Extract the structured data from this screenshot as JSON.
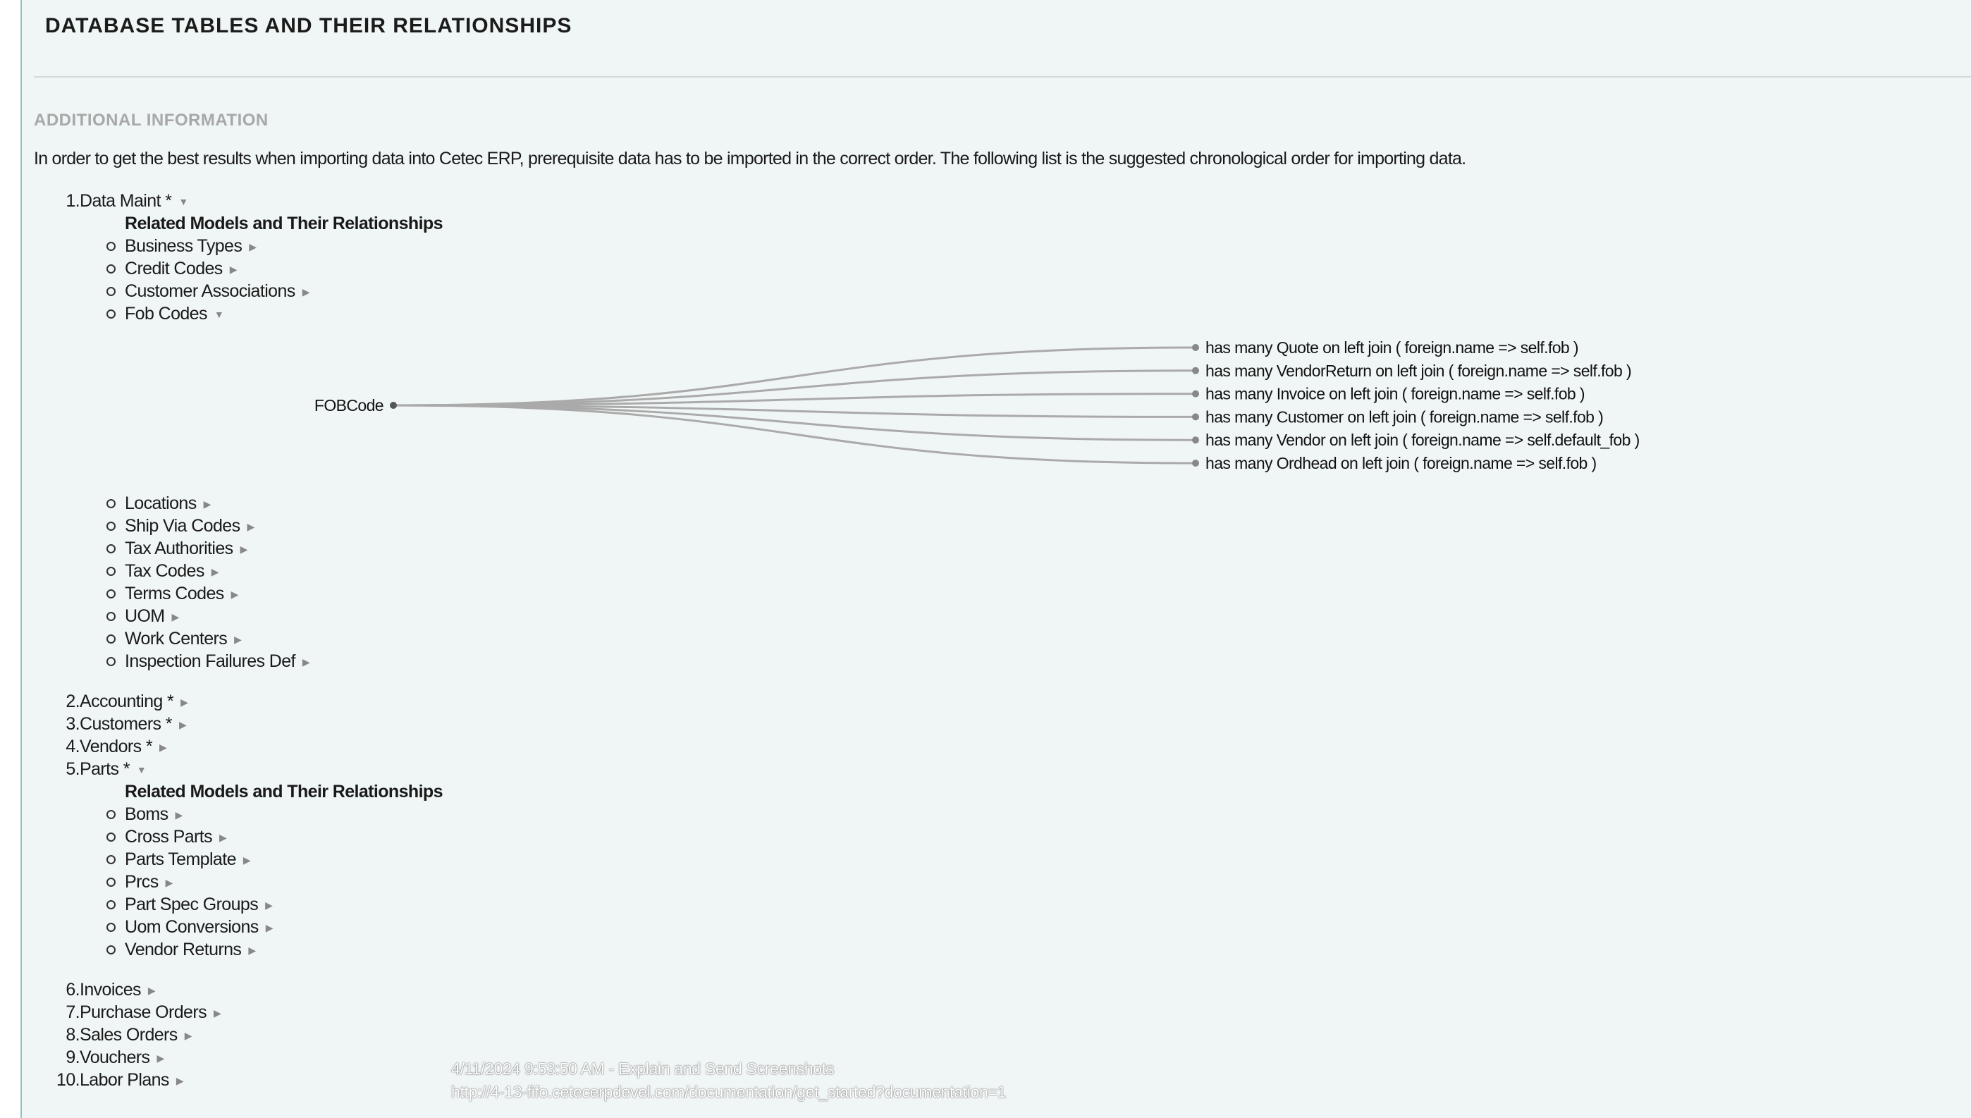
{
  "page": {
    "title": "DATABASE TABLES AND THEIR RELATIONSHIPS",
    "section_heading": "ADDITIONAL INFORMATION",
    "intro": "In order to get the best results when importing data into Cetec ERP, prerequisite data has to be imported in the correct order. The following list is the suggested chronological order for importing data."
  },
  "list": [
    {
      "num": "1.",
      "label": "Data Maint *",
      "expanded": true,
      "related_heading": "Related Models and Their Relationships",
      "children": [
        "Business Types",
        "Credit Codes",
        "Customer Associations",
        "Fob Codes",
        "Locations",
        "Ship Via Codes",
        "Tax Authorities",
        "Tax Codes",
        "Terms Codes",
        "UOM",
        "Work Centers",
        "Inspection Failures Def"
      ]
    },
    {
      "num": "2.",
      "label": "Accounting *"
    },
    {
      "num": "3.",
      "label": "Customers *"
    },
    {
      "num": "4.",
      "label": "Vendors *"
    },
    {
      "num": "5.",
      "label": "Parts *",
      "expanded": true,
      "related_heading": "Related Models and Their Relationships",
      "children": [
        "Boms",
        "Cross Parts",
        "Parts Template",
        "Prcs",
        "Part Spec Groups",
        "Uom Conversions",
        "Vendor Returns"
      ]
    },
    {
      "num": "6.",
      "label": "Invoices"
    },
    {
      "num": "7.",
      "label": "Purchase Orders"
    },
    {
      "num": "8.",
      "label": "Sales Orders"
    },
    {
      "num": "9.",
      "label": "Vouchers"
    },
    {
      "num": "10.",
      "label": "Labor Plans"
    }
  ],
  "graph": {
    "root": "FOBCode",
    "relations": [
      "has many Quote on left join ( foreign.name => self.fob )",
      "has many VendorReturn on left join ( foreign.name => self.fob )",
      "has many Invoice on left join ( foreign.name => self.fob )",
      "has many Customer on left join ( foreign.name => self.fob )",
      "has many Vendor on left join ( foreign.name => self.default_fob )",
      "has many Ordhead on left join ( foreign.name => self.fob )"
    ]
  },
  "watermark": {
    "line1": "4/11/2024 9:53:50 AM - Explain and Send Screenshots",
    "line2": "http://4-13-fifo.cetecerpdevel.com/documentation/get_started?documentation=1"
  }
}
